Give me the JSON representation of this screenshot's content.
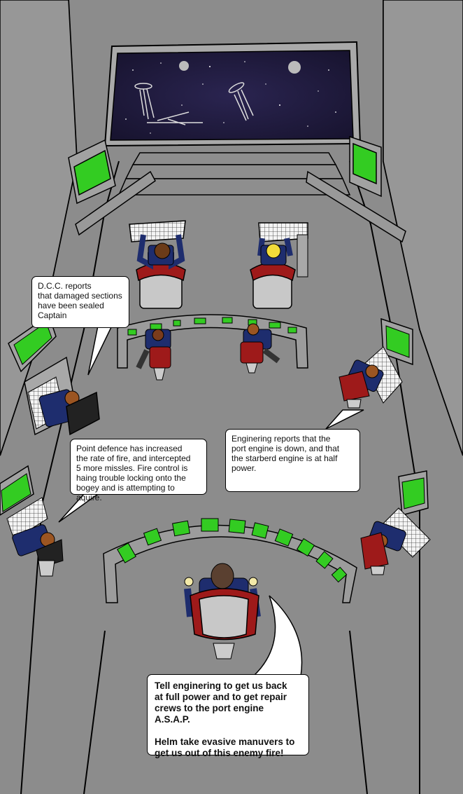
{
  "bubbles": {
    "dcc": "D.C.C. reports\nthat damaged sections\nhave been sealed\nCaptain",
    "point_defence": "Point defence has increased\nthe rate of fire, and intercepted\n5 more missles. Fire control is\nhaing trouble locking onto the\nbogey and is attempting to aquire.",
    "engineering": "Enginering reports that the\nport engine is down, and that\nthe starberd engine is at half\npower.",
    "captain": "Tell enginering to get us back\nat full power and to get repair\ncrews to the port engine A.S.A.P.\n\nHelm take evasive manuvers to\nget us out of this enemy fire!"
  },
  "colors": {
    "background": "#8c8c8c",
    "floor": "#8a8a8a",
    "wall": "#9a9a9a",
    "space": "#1f1a3a",
    "screen_green": "#33cc22",
    "uniform_blue": "#1e2d6e",
    "seat_red": "#9e1a1a",
    "seat_grey": "#c8c8c8"
  }
}
